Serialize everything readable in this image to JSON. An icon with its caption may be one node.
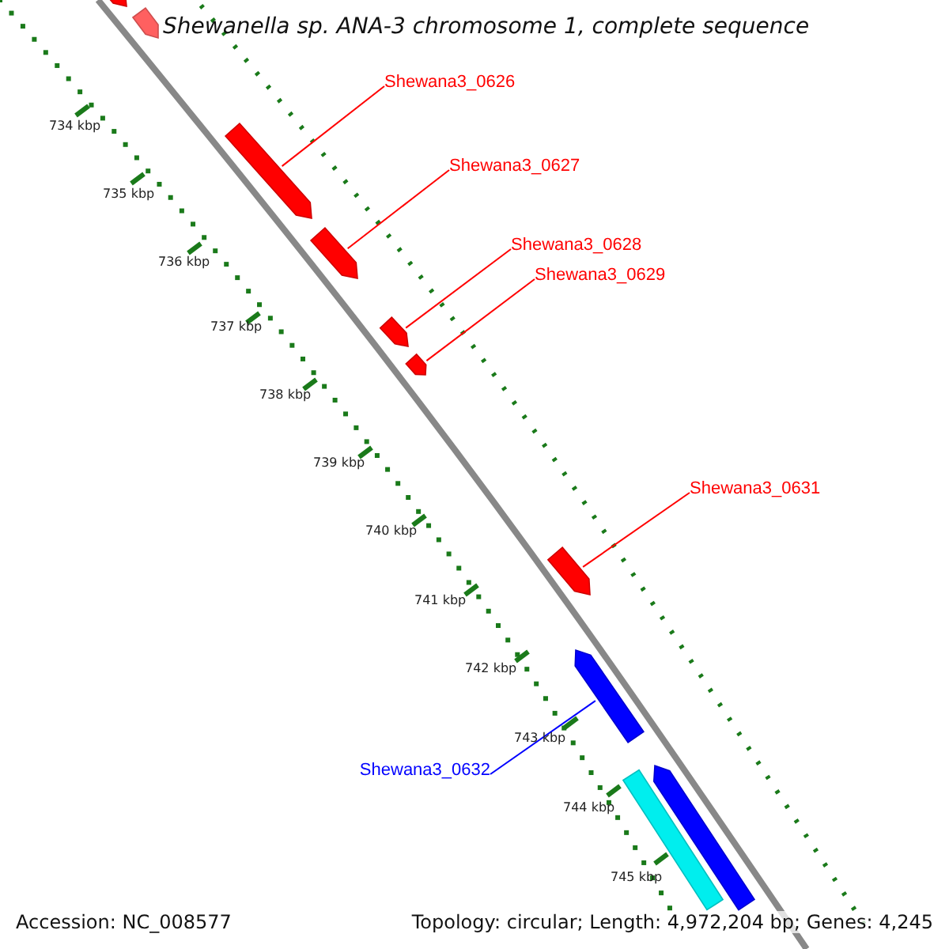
{
  "diagram": {
    "title": "Shewanella sp. ANA-3 chromosome 1, complete sequence",
    "nodes": [
      {
        "text": [
          "Shewana3_0626"
        ]
      },
      {
        "text": [
          "Shewana3_0627"
        ]
      },
      {
        "text": [
          "Shewana3_0628"
        ]
      },
      {
        "text": [
          "Shewana3_0629"
        ]
      },
      {
        "text": [
          "Shewana3_0631"
        ]
      },
      {
        "text": [
          "Shewana3_0632"
        ]
      },
      {
        "text": [],
        "shape": "arrow"
      },
      {
        "text": [],
        "shape": "arrow"
      },
      {
        "text": [],
        "shape": "arrow"
      },
      {
        "text": [],
        "shape": "arrow"
      },
      {
        "text": [],
        "shape": "arrow"
      },
      {
        "text": [],
        "shape": "arrow"
      },
      {
        "text": [],
        "shape": "arrow"
      },
      {
        "text": [],
        "shape": "arrow"
      },
      {
        "text": [],
        "shape": "arrow"
      },
      {
        "text": [],
        "shape": "arrow"
      }
    ],
    "edges": [
      {
        "from": 0,
        "to": 8,
        "arrow": "none"
      },
      {
        "from": 1,
        "to": 9,
        "arrow": "none"
      },
      {
        "from": 2,
        "to": 10,
        "arrow": "none"
      },
      {
        "from": 3,
        "to": 11,
        "arrow": "none"
      },
      {
        "from": 4,
        "to": 12,
        "arrow": "none"
      },
      {
        "from": 5,
        "to": 13,
        "arrow": "none",
        "color": "#0000ff"
      }
    ],
    "labels": [
      "734 kbp",
      "735 kbp",
      "736 kbp",
      "737 kbp",
      "738 kbp",
      "739 kbp",
      "740 kbp",
      "741 kbp",
      "742 kbp",
      "743 kbp",
      "744 kbp",
      "745 kbp",
      "Accession: NC_008577",
      "Topology: circular; Length: 4,972,204 bp; Genes: 4,245"
    ]
  }
}
